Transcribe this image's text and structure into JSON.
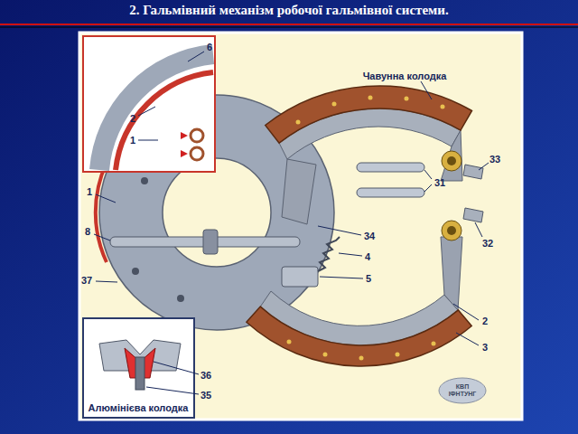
{
  "diagram": {
    "title": "2. Гальмівний механізм робочої гальмівної системи.",
    "labels": [
      "Чавунна колодка",
      "6",
      "2",
      "1",
      "1",
      "8",
      "37",
      "31",
      "33",
      "32",
      "34",
      "4",
      "5",
      "2",
      "3",
      "36",
      "35",
      "Алюмінієва колодка",
      "КВП ІФНТУНГ"
    ]
  }
}
